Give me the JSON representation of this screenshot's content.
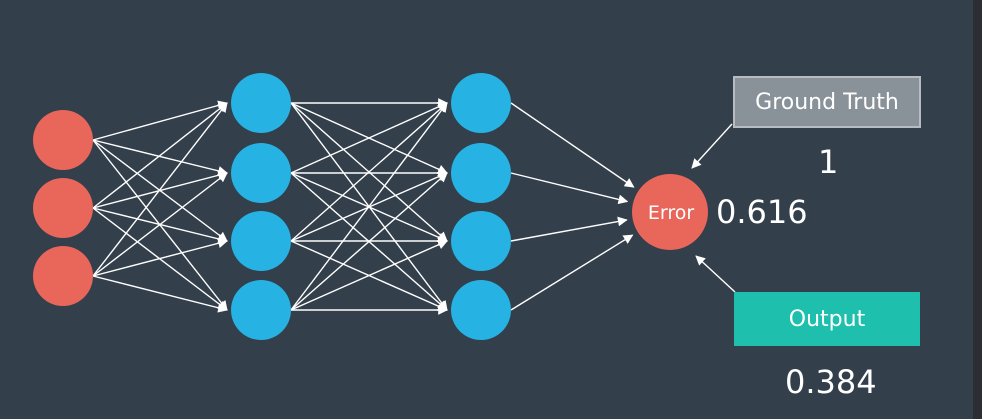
{
  "diagram": {
    "colors": {
      "background": "#333f4b",
      "input_node": "#e8665a",
      "hidden_node": "#26b2e3",
      "error_node": "#e8665a",
      "edge": "#ffffff",
      "ground_truth_box": "#8a9299",
      "output_box": "#1ebfad"
    },
    "layers": [
      {
        "name": "input",
        "node_count": 3
      },
      {
        "name": "hidden-1",
        "node_count": 4
      },
      {
        "name": "hidden-2",
        "node_count": 4
      }
    ],
    "error": {
      "label": "Error",
      "value": "0.616"
    },
    "ground_truth": {
      "label": "Ground Truth",
      "value": "1"
    },
    "output": {
      "label": "Output",
      "value": "0.384"
    }
  }
}
